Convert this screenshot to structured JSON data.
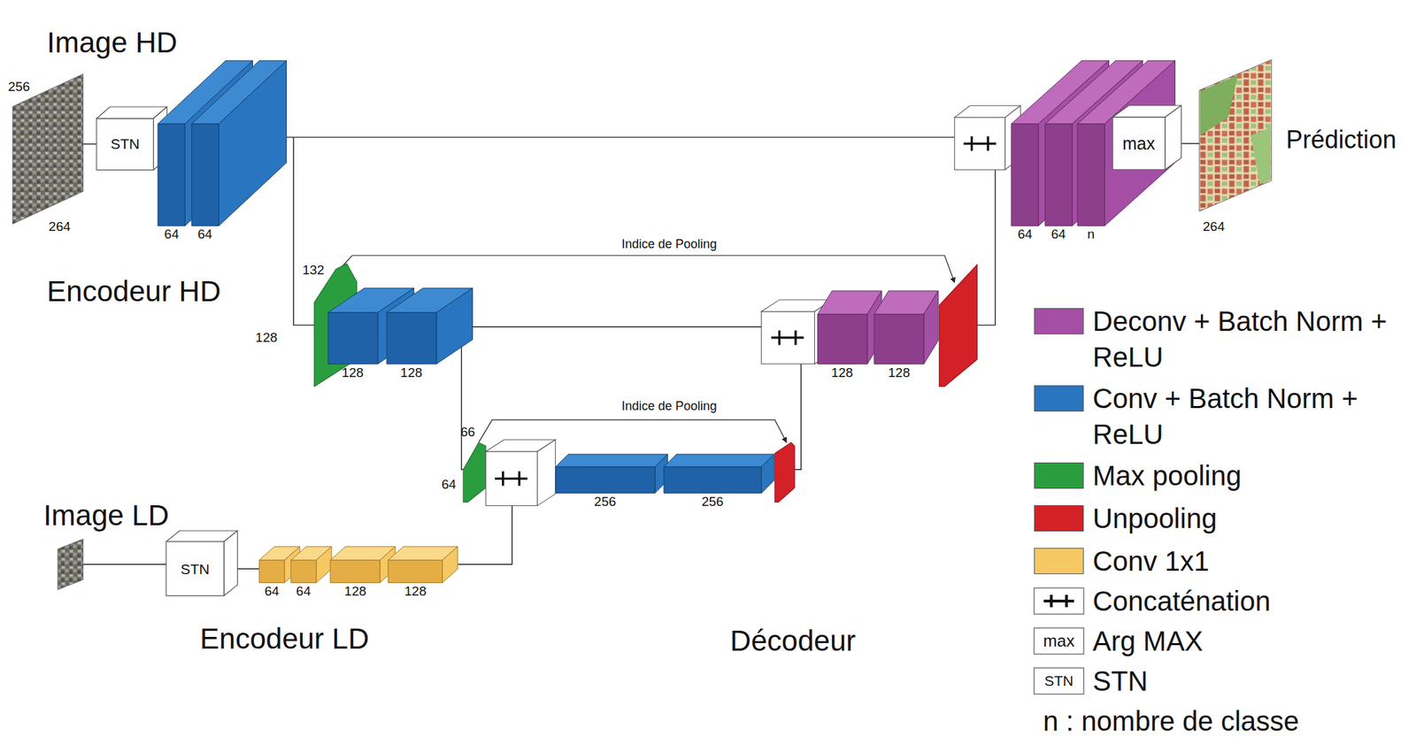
{
  "diagram": {
    "nodes": [
      {
        "text": [
          "STN"
        ]
      },
      {
        "text": [
          "64"
        ]
      },
      {
        "text": [
          "64"
        ]
      },
      {
        "text": [
          "128"
        ]
      },
      {
        "text": [
          "128"
        ]
      },
      {
        "text": [
          "256"
        ]
      },
      {
        "text": [
          "256"
        ]
      },
      {
        "text": [
          "128"
        ]
      },
      {
        "text": [
          "128"
        ]
      },
      {
        "text": [
          "64"
        ]
      },
      {
        "text": [
          "64"
        ]
      },
      {
        "text": [
          "n"
        ]
      },
      {
        "text": [
          "max"
        ]
      },
      {
        "text": [
          "STN"
        ]
      },
      {
        "text": [
          "64"
        ]
      },
      {
        "text": [
          "64"
        ]
      },
      {
        "text": [
          "128"
        ]
      },
      {
        "text": [
          "128"
        ]
      }
    ],
    "edges": [
      {
        "from": 0,
        "to": 1,
        "arrow": "none"
      },
      {
        "from": 13,
        "to": 14,
        "arrow": "none"
      }
    ],
    "labels": [
      "Image HD",
      "256",
      "264",
      "Encodeur HD",
      "132",
      "128",
      "Indice de Pooling",
      "Indice de Pooling",
      "66",
      "64",
      "Image LD",
      "Encodeur LD",
      "Décodeur",
      "Prédiction",
      "264",
      "max",
      "STN"
    ],
    "legend": [
      {
        "text": "Deconv + Batch Norm + ReLU",
        "color": "#a54ea5"
      },
      {
        "text": "Conv + Batch Norm + ReLU",
        "color": "#2a75c0"
      },
      {
        "text": "Max pooling",
        "color": "#2a9d3f"
      },
      {
        "text": "Unpooling",
        "color": "#d42027"
      },
      {
        "text": "Conv 1x1",
        "color": "#f6c863"
      },
      {
        "text": "Concaténation"
      },
      {
        "text": "Arg MAX"
      },
      {
        "text": "STN"
      },
      {
        "text": "n : nombre de classe"
      }
    ]
  }
}
